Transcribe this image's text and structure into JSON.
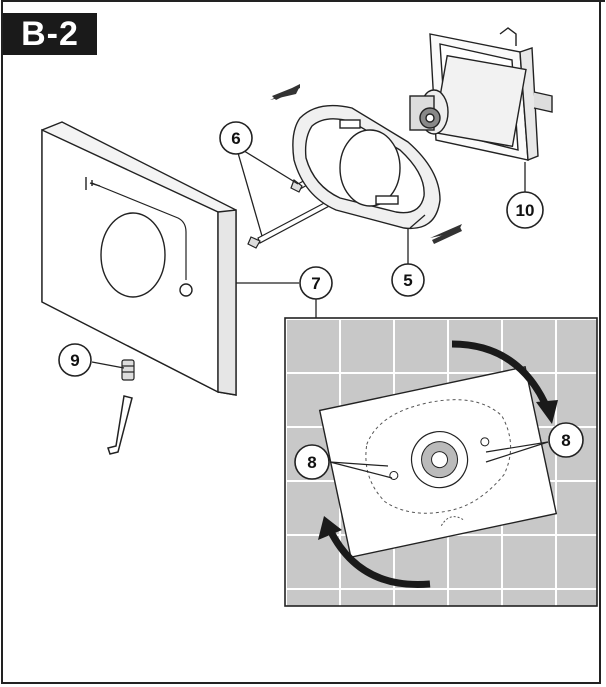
{
  "step": {
    "label": "B-2"
  },
  "callouts": [
    {
      "id": "6",
      "text": "6"
    },
    {
      "id": "10",
      "text": "10"
    },
    {
      "id": "7",
      "text": "7"
    },
    {
      "id": "5",
      "text": "5"
    },
    {
      "id": "9",
      "text": "9"
    },
    {
      "id": "8a",
      "text": "8"
    },
    {
      "id": "8b",
      "text": "8"
    }
  ],
  "colors": {
    "line": "#222222",
    "tile_bg": "#c8c8c8",
    "tile_grout": "#ffffff",
    "label_bg": "#1a1a1a"
  }
}
